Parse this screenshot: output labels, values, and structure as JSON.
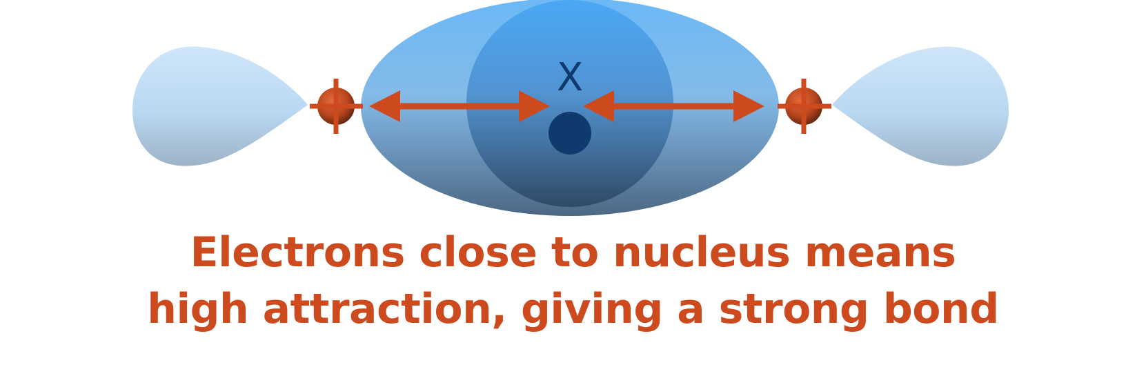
{
  "diagram": {
    "nucleus_label": "X",
    "caption": {
      "line1": "Electrons close to nucleus means",
      "line2": "high attraction, giving a strong bond"
    },
    "colors": {
      "caption": "#cc4a1e",
      "arrow": "#cc4a1e",
      "charge": "#cc4a1e",
      "nucleus": "#0f3a6e",
      "atom": "#4aa3ee",
      "bond_lobe": "#6fb4f0",
      "outer_lobe": "#cfe6f8"
    }
  }
}
